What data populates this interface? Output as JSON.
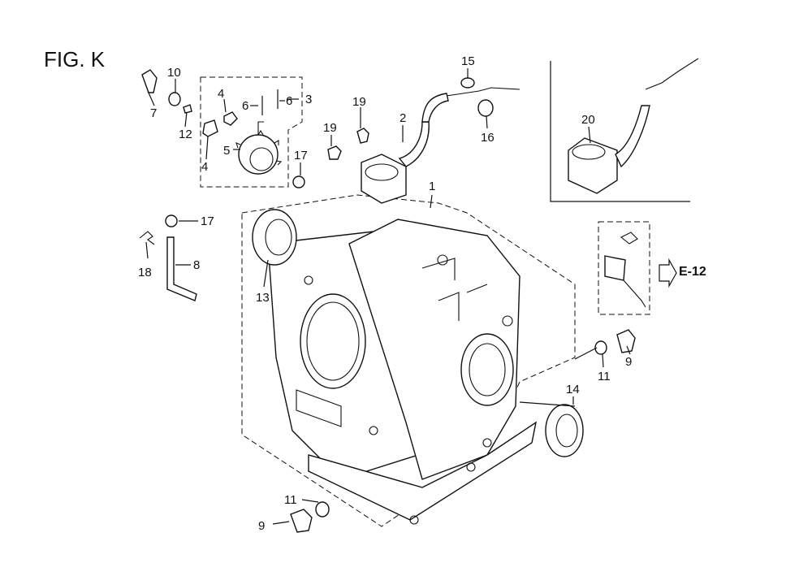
{
  "figure": {
    "title": "FIG. K",
    "reference": "E-12"
  },
  "callouts": [
    "1",
    "2",
    "3",
    "4",
    "4",
    "5",
    "6",
    "6",
    "7",
    "8",
    "9",
    "9",
    "10",
    "11",
    "11",
    "12",
    "13",
    "14",
    "15",
    "16",
    "17",
    "17",
    "18",
    "19",
    "19",
    "20"
  ]
}
